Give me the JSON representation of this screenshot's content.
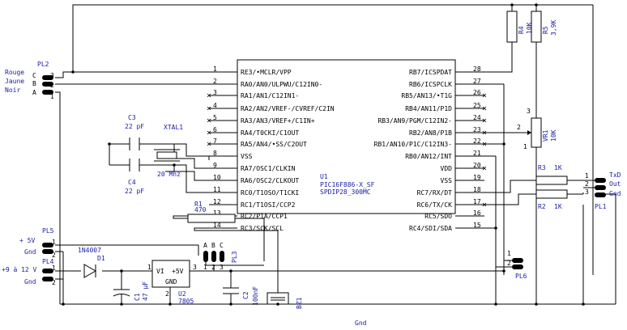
{
  "ic": {
    "ref": "U1",
    "part": "PIC16F886-X_SF",
    "package": "SPDIP28_300MC",
    "left_pins": [
      {
        "num": "1",
        "label": "RE3/•MCLR/VPP"
      },
      {
        "num": "2",
        "label": "RA0/AN0/ULPWU/C12IN0-"
      },
      {
        "num": "3",
        "label": "RA1/AN1/C12IN1-"
      },
      {
        "num": "4",
        "label": "RA2/AN2/VREF-/CVREF/C2IN"
      },
      {
        "num": "5",
        "label": "RA3/AN3/VREF+/C1IN+"
      },
      {
        "num": "6",
        "label": "RA4/T0CKI/C1OUT"
      },
      {
        "num": "7",
        "label": "RA5/AN4/•SS/C2OUT"
      },
      {
        "num": "8",
        "label": "VSS"
      },
      {
        "num": "9",
        "label": "RA7/OSC1/CLKIN"
      },
      {
        "num": "10",
        "label": "RA6/OSC2/CLKOUT"
      },
      {
        "num": "11",
        "label": "RC0/T1OSO/T1CKI"
      },
      {
        "num": "12",
        "label": "RC1/T1OSI/CCP2"
      },
      {
        "num": "13",
        "label": "RC2/P1A/CCP1"
      },
      {
        "num": "14",
        "label": "RC3/SCK/SCL"
      }
    ],
    "right_pins": [
      {
        "num": "28",
        "label": "RB7/ICSPDAT"
      },
      {
        "num": "27",
        "label": "RB6/ICSPCLK"
      },
      {
        "num": "26",
        "label": "RB5/AN13/•T1G"
      },
      {
        "num": "25",
        "label": "RB4/AN11/P1D"
      },
      {
        "num": "24",
        "label": "RB3/AN9/PGM/C12IN2-"
      },
      {
        "num": "23",
        "label": "RB2/AN8/P1B"
      },
      {
        "num": "22",
        "label": "RB1/AN10/P1C/C12IN3-"
      },
      {
        "num": "21",
        "label": "RB0/AN12/INT"
      },
      {
        "num": "20",
        "label": "VDD"
      },
      {
        "num": "19",
        "label": "VSS"
      },
      {
        "num": "18",
        "label": "RC7/RX/DT"
      },
      {
        "num": "17",
        "label": "RC6/TX/CK"
      },
      {
        "num": "16",
        "label": "RC5/SDO"
      },
      {
        "num": "15",
        "label": "RC4/SDI/SDA"
      }
    ]
  },
  "pl2": {
    "ref": "PL2",
    "labels": [
      "Rouge",
      "Jaune",
      "Noir"
    ],
    "pins": [
      "C",
      "B",
      "A"
    ],
    "nums": [
      "3",
      "2",
      "1"
    ]
  },
  "pl5": {
    "ref": "PL5",
    "labels": [
      "+ 5V",
      "Gnd"
    ],
    "nums": [
      "1",
      "2"
    ]
  },
  "pl4": {
    "ref": "PL4",
    "labels": [
      "+9 à 12 V",
      "Gnd"
    ],
    "nums": [
      "1",
      "2"
    ]
  },
  "pl1": {
    "ref": "PL1",
    "labels": [
      "TxD",
      "Out",
      "Gnd"
    ],
    "nums": [
      "1",
      "2",
      "3"
    ]
  },
  "pl3": {
    "ref": "PL3",
    "pins": [
      "A",
      "B",
      "C"
    ],
    "nums": [
      "1",
      "2",
      "3"
    ]
  },
  "pl6": {
    "ref": "PL6",
    "nums": [
      "1",
      "2"
    ]
  },
  "c3": {
    "ref": "C3",
    "value": "22 pF"
  },
  "c4": {
    "ref": "C4",
    "value": "22 pF"
  },
  "xtal": {
    "ref": "XTAL1",
    "value": "20 Mhz"
  },
  "r1": {
    "ref": "R1",
    "value": "470"
  },
  "r2": {
    "ref": "R2",
    "value": "1K"
  },
  "r3": {
    "ref": "R3",
    "value": "1K"
  },
  "r4": {
    "ref": "R4",
    "value": "10K"
  },
  "r5": {
    "ref": "R5",
    "value": "3,9K"
  },
  "vr1": {
    "ref": "VR1",
    "value": "10K",
    "pins": [
      "1",
      "2",
      "3"
    ]
  },
  "d1": {
    "ref": "D1",
    "value": "1N4007"
  },
  "c1": {
    "ref": "C1",
    "value": "47 µF"
  },
  "c2": {
    "ref": "C2",
    "value": "100nF"
  },
  "u2": {
    "ref": "U2",
    "value": "7805",
    "vi": "VI",
    "vo": "+5V",
    "gnd": "GND",
    "nums": [
      "1",
      "3",
      "2"
    ]
  },
  "bz1": {
    "ref": "BZ1"
  },
  "gnd_net": "Gnd"
}
